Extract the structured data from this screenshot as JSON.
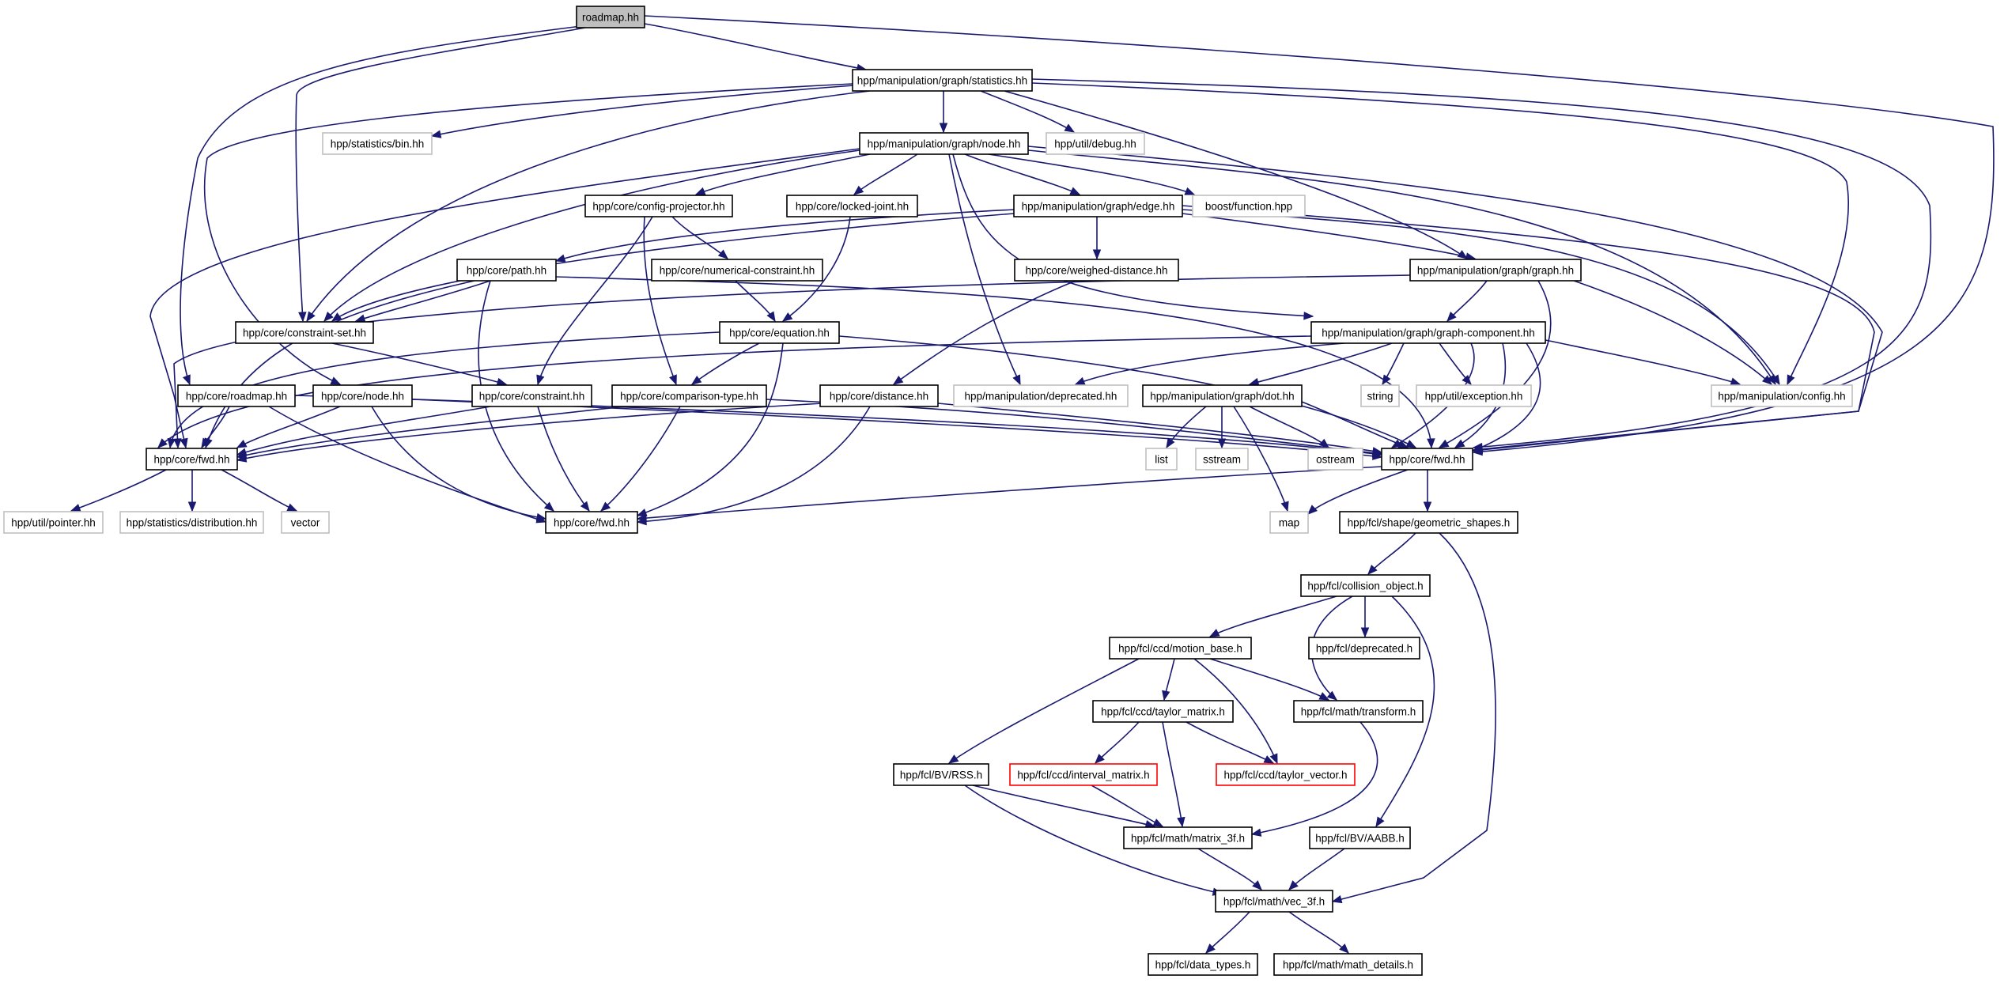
{
  "colors": {
    "edge": "#191970",
    "box_border": "#000000",
    "external_border": "#bfbfbf",
    "missing_border": "#ff0000",
    "root_fill": "#bfbfbf",
    "text": "#000000",
    "background": "#ffffff"
  },
  "diagram": {
    "nodes": [
      {
        "id": "roadmap",
        "label": "roadmap.hh",
        "style": "root"
      },
      {
        "id": "statistics",
        "label": "hpp/manipulation/graph/statistics.hh",
        "style": "normal"
      },
      {
        "id": "stat_bin",
        "label": "hpp/statistics/bin.hh",
        "style": "external"
      },
      {
        "id": "util_debug",
        "label": "hpp/util/debug.hh",
        "style": "external"
      },
      {
        "id": "node_hh",
        "label": "hpp/manipulation/graph/node.hh",
        "style": "normal"
      },
      {
        "id": "config_projector",
        "label": "hpp/core/config-projector.hh",
        "style": "normal"
      },
      {
        "id": "locked_joint",
        "label": "hpp/core/locked-joint.hh",
        "style": "normal"
      },
      {
        "id": "edge_hh",
        "label": "hpp/manipulation/graph/edge.hh",
        "style": "normal"
      },
      {
        "id": "boost_function",
        "label": "boost/function.hpp",
        "style": "external"
      },
      {
        "id": "path",
        "label": "hpp/core/path.hh",
        "style": "normal"
      },
      {
        "id": "numerical_constraint",
        "label": "hpp/core/numerical-constraint.hh",
        "style": "normal"
      },
      {
        "id": "weighed_distance",
        "label": "hpp/core/weighed-distance.hh",
        "style": "normal"
      },
      {
        "id": "graph_hh",
        "label": "hpp/manipulation/graph/graph.hh",
        "style": "normal"
      },
      {
        "id": "constraint_set",
        "label": "hpp/core/constraint-set.hh",
        "style": "normal"
      },
      {
        "id": "equation",
        "label": "hpp/core/equation.hh",
        "style": "normal"
      },
      {
        "id": "graph_component",
        "label": "hpp/manipulation/graph/graph-component.hh",
        "style": "normal"
      },
      {
        "id": "core_roadmap",
        "label": "hpp/core/roadmap.hh",
        "style": "normal"
      },
      {
        "id": "core_node",
        "label": "hpp/core/node.hh",
        "style": "normal"
      },
      {
        "id": "core_constraint",
        "label": "hpp/core/constraint.hh",
        "style": "normal"
      },
      {
        "id": "comparison_type",
        "label": "hpp/core/comparison-type.hh",
        "style": "normal"
      },
      {
        "id": "core_distance",
        "label": "hpp/core/distance.hh",
        "style": "normal"
      },
      {
        "id": "manip_deprecated",
        "label": "hpp/manipulation/deprecated.hh",
        "style": "external"
      },
      {
        "id": "graph_dot",
        "label": "hpp/manipulation/graph/dot.hh",
        "style": "normal"
      },
      {
        "id": "string",
        "label": "string",
        "style": "external"
      },
      {
        "id": "util_exception",
        "label": "hpp/util/exception.hh",
        "style": "external"
      },
      {
        "id": "manip_config",
        "label": "hpp/manipulation/config.hh",
        "style": "external"
      },
      {
        "id": "core_fwd_a",
        "label": "hpp/core/fwd.hh",
        "style": "normal"
      },
      {
        "id": "list",
        "label": "list",
        "style": "external"
      },
      {
        "id": "sstream",
        "label": "sstream",
        "style": "external"
      },
      {
        "id": "ostream",
        "label": "ostream",
        "style": "external"
      },
      {
        "id": "core_fwd_b",
        "label": "hpp/core/fwd.hh",
        "style": "normal"
      },
      {
        "id": "util_pointer",
        "label": "hpp/util/pointer.hh",
        "style": "external"
      },
      {
        "id": "stat_distribution",
        "label": "hpp/statistics/distribution.hh",
        "style": "external"
      },
      {
        "id": "vector",
        "label": "vector",
        "style": "external"
      },
      {
        "id": "core_fwd_c",
        "label": "hpp/core/fwd.hh",
        "style": "normal"
      },
      {
        "id": "map",
        "label": "map",
        "style": "external"
      },
      {
        "id": "geometric_shapes",
        "label": "hpp/fcl/shape/geometric_shapes.h",
        "style": "normal"
      },
      {
        "id": "collision_object",
        "label": "hpp/fcl/collision_object.h",
        "style": "normal"
      },
      {
        "id": "motion_base",
        "label": "hpp/fcl/ccd/motion_base.h",
        "style": "normal"
      },
      {
        "id": "fcl_deprecated",
        "label": "hpp/fcl/deprecated.h",
        "style": "normal"
      },
      {
        "id": "taylor_matrix",
        "label": "hpp/fcl/ccd/taylor_matrix.h",
        "style": "normal"
      },
      {
        "id": "transform",
        "label": "hpp/fcl/math/transform.h",
        "style": "normal"
      },
      {
        "id": "rss",
        "label": "hpp/fcl/BV/RSS.h",
        "style": "normal"
      },
      {
        "id": "interval_matrix",
        "label": "hpp/fcl/ccd/interval_matrix.h",
        "style": "missing"
      },
      {
        "id": "taylor_vector",
        "label": "hpp/fcl/ccd/taylor_vector.h",
        "style": "missing"
      },
      {
        "id": "matrix_3f",
        "label": "hpp/fcl/math/matrix_3f.h",
        "style": "normal"
      },
      {
        "id": "aabb",
        "label": "hpp/fcl/BV/AABB.h",
        "style": "normal"
      },
      {
        "id": "vec_3f",
        "label": "hpp/fcl/math/vec_3f.h",
        "style": "normal"
      },
      {
        "id": "data_types",
        "label": "hpp/fcl/data_types.h",
        "style": "normal"
      },
      {
        "id": "math_details",
        "label": "hpp/fcl/math/math_details.h",
        "style": "normal"
      }
    ]
  }
}
